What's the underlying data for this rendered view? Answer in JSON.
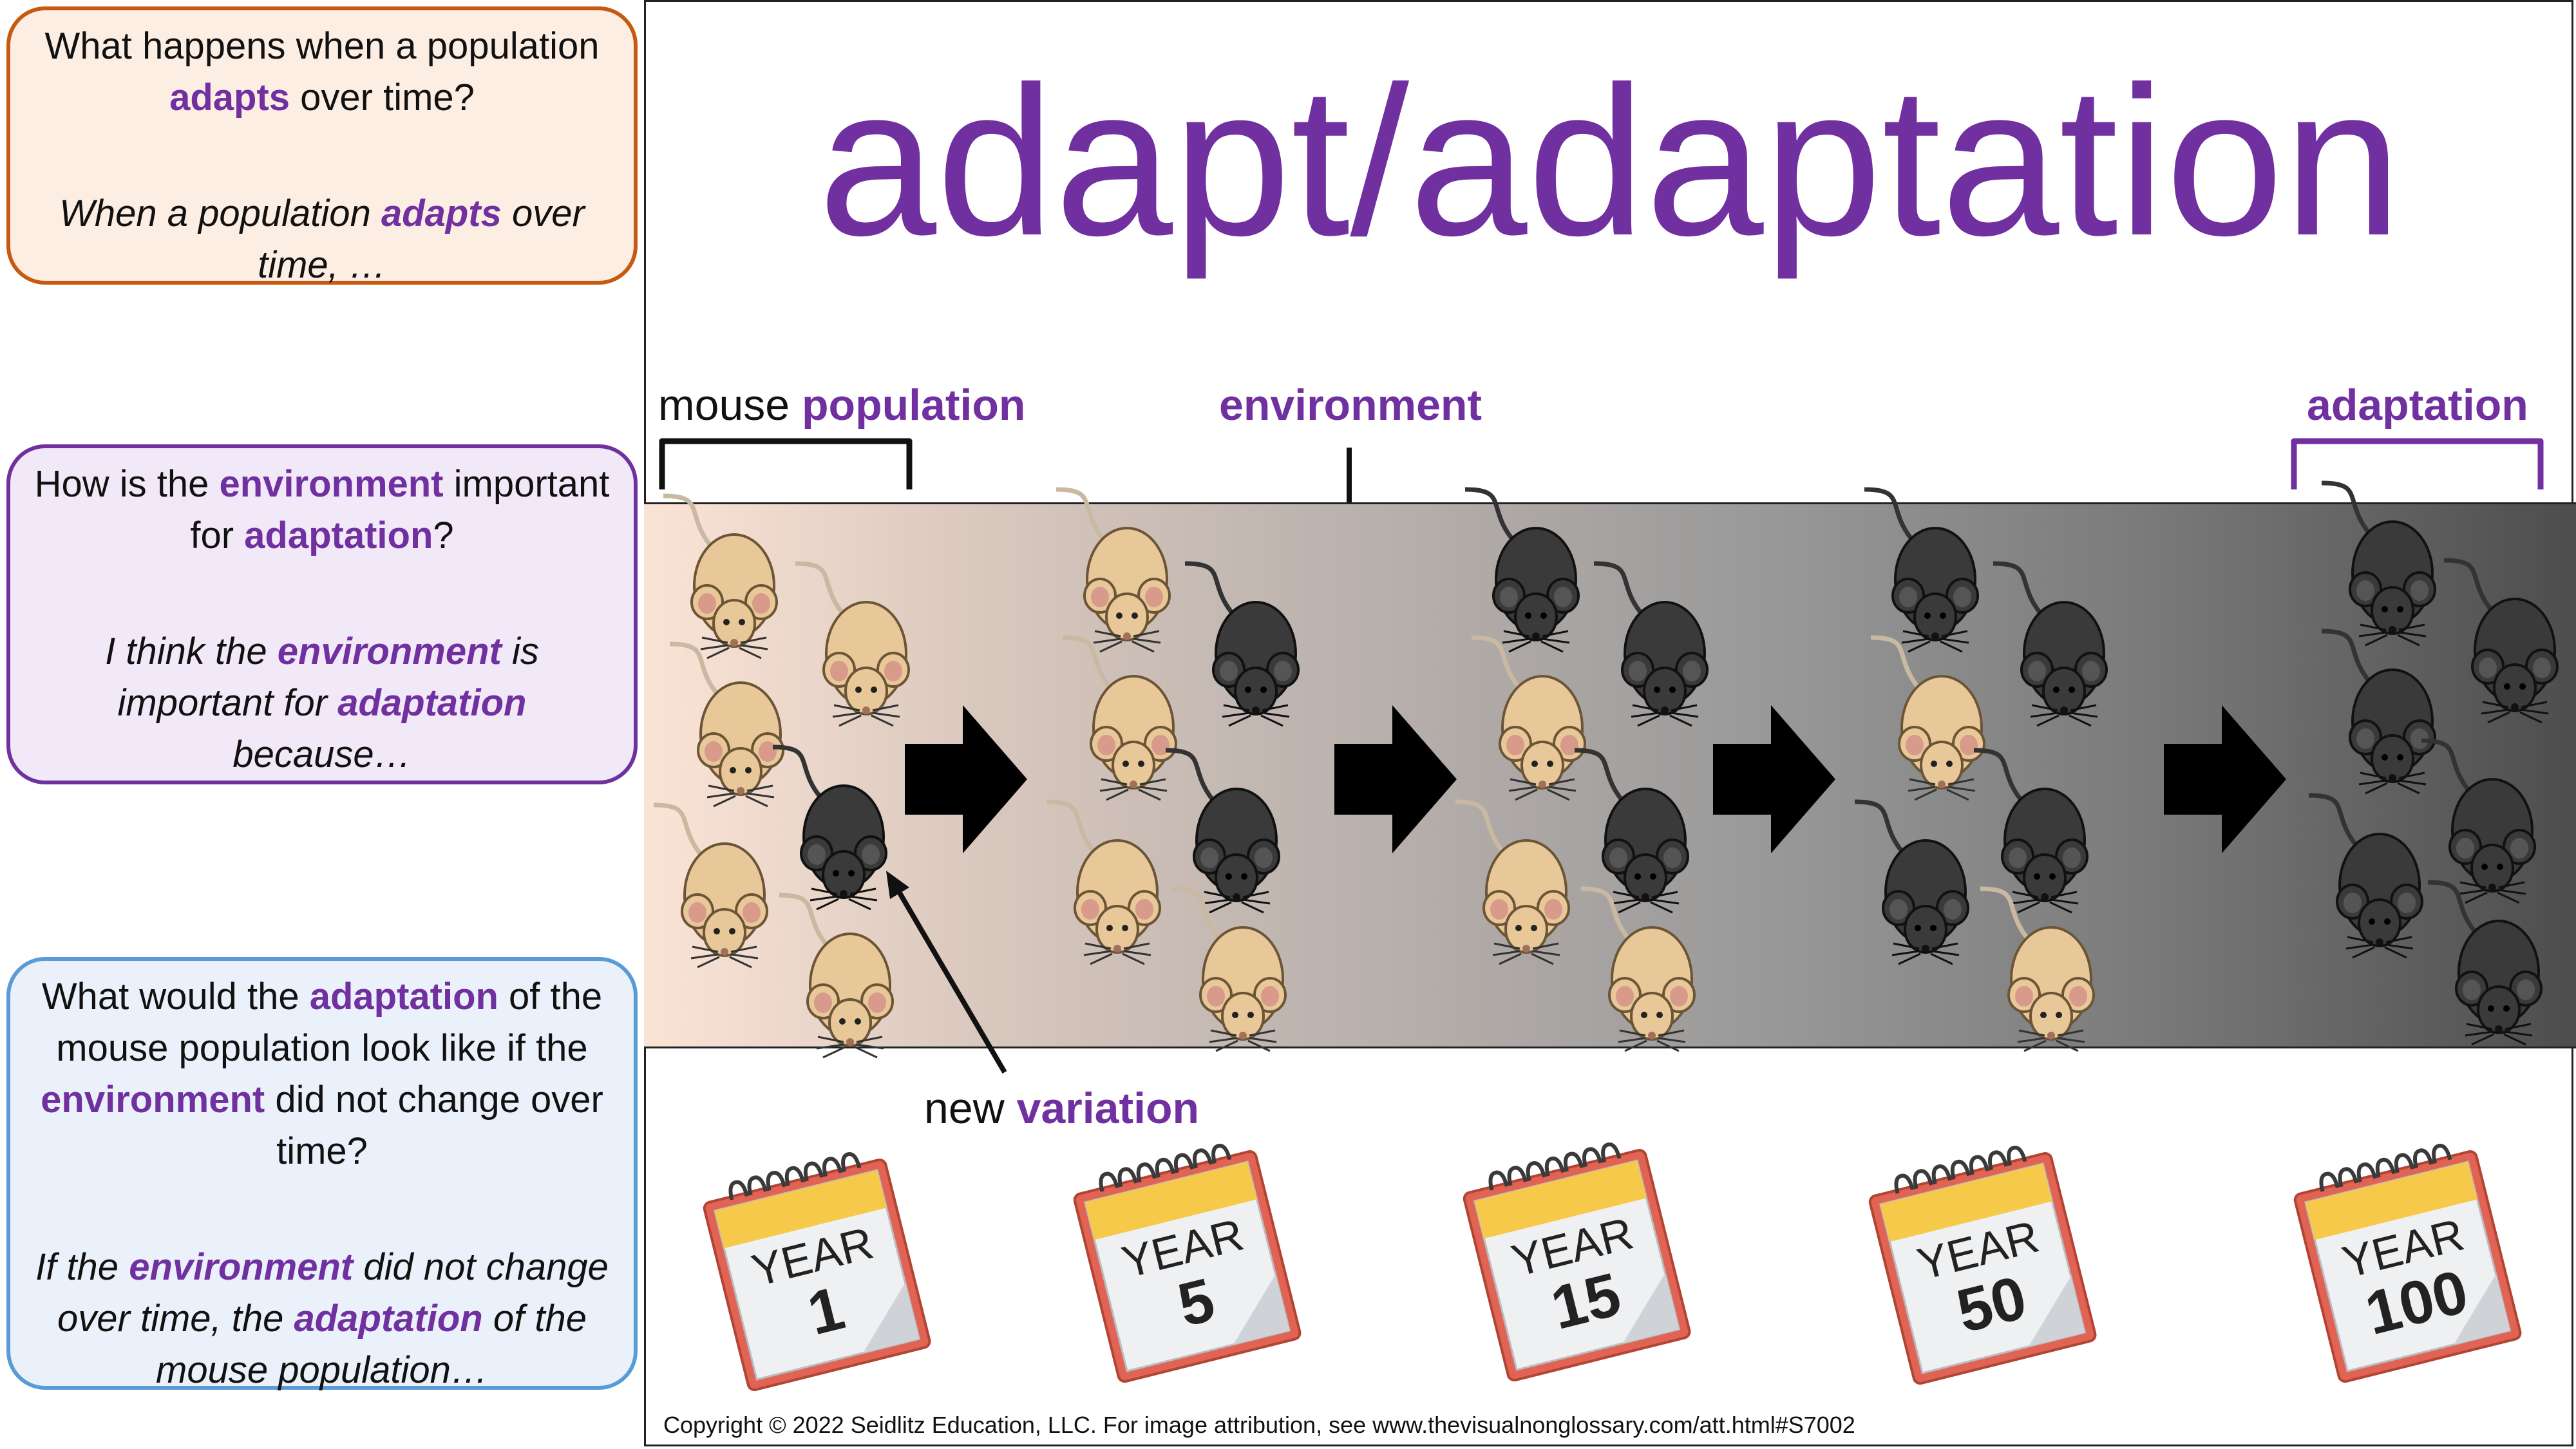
{
  "title": "adapt/adaptation",
  "questions": {
    "q1": {
      "question_pre": "What happens when a population ",
      "question_term": "adapts",
      "question_post": " over time?",
      "stem_pre": "When a population ",
      "stem_term": "adapts",
      "stem_post": " over time, …"
    },
    "q2": {
      "question_pre": "How is the ",
      "question_term1": "environment",
      "question_mid": " important for ",
      "question_term2": "adaptation",
      "question_post": "?",
      "stem_pre": "I think the ",
      "stem_term1": "environment",
      "stem_mid": " is important for ",
      "stem_term2": "adaptation",
      "stem_post": " because…"
    },
    "q3": {
      "question_pre": "What would the ",
      "question_term1": "adaptation",
      "question_mid1": " of the mouse population look like if the ",
      "question_term2": "environment",
      "question_post": " did not change over time?",
      "stem_pre": "If the ",
      "stem_term1": "environment",
      "stem_mid": " did not change over time, the ",
      "stem_term2": "adaptation",
      "stem_post": " of the mouse population…"
    }
  },
  "labels": {
    "mouse_population_pre": "mouse ",
    "mouse_population_term": "population",
    "environment": "environment",
    "adaptation": "adaptation",
    "new_variation_pre": "new ",
    "new_variation_term": "variation"
  },
  "calendars": [
    {
      "word": "YEAR",
      "number": "1"
    },
    {
      "word": "YEAR",
      "number": "5"
    },
    {
      "word": "YEAR",
      "number": "15"
    },
    {
      "word": "YEAR",
      "number": "50"
    },
    {
      "word": "YEAR",
      "number": "100"
    }
  ],
  "colors": {
    "accent_purple": "#7030a0",
    "q1_border": "#c55a11",
    "q2_border": "#7030a0",
    "q3_border": "#5b9bd5",
    "tan_mouse": "#e8c898",
    "black_mouse": "#333333"
  },
  "copyright": "Copyright © 2022 Seidlitz Education, LLC.  For image attribution, see www.thevisualnonglossary.com/att.html#S7002"
}
